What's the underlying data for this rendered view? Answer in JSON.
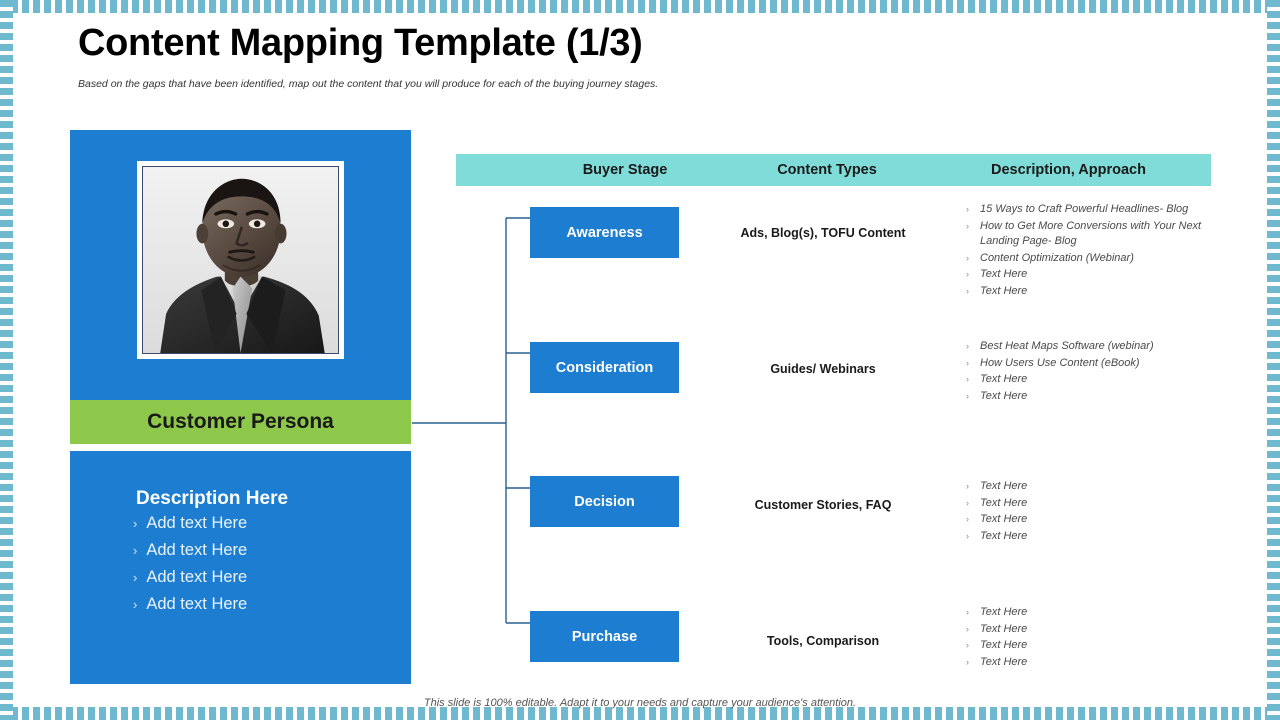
{
  "slide": {
    "title": "Content Mapping Template (1/3)",
    "subtitle": "Based on the gaps that have been identified, map out the content that you will produce for each of the buying journey stages.",
    "footer_note": "This slide is 100% editable. Adapt it to your needs and capture your audience's attention."
  },
  "colors": {
    "primary_blue": "#1d7dd1",
    "accent_green": "#8dc84b",
    "header_teal": "#7fdcd8",
    "border_teal": "#6fb9cf",
    "connector_line": "#2a5f8f",
    "body_text": "#4a4a4a"
  },
  "persona": {
    "photo_alt": "customer-persona-portrait",
    "banner_label": "Customer Persona",
    "description_title": "Description Here",
    "bullet_marker": "›",
    "bullets": [
      "Add text Here",
      "Add text Here",
      "Add text Here",
      "Add text Here"
    ]
  },
  "table": {
    "headers": {
      "stage": "Buyer Stage",
      "types": "Content Types",
      "description": "Description, Approach"
    },
    "bullet_marker": "›",
    "rows": [
      {
        "stage": "Awareness",
        "content_types": "Ads, Blog(s), TOFU Content",
        "descriptions": [
          "15 Ways to Craft Powerful Headlines- Blog",
          "How to Get More Conversions with Your Next Landing Page- Blog",
          "Content Optimization (Webinar)",
          "Text Here",
          "Text Here"
        ]
      },
      {
        "stage": "Consideration",
        "content_types": "Guides/ Webinars",
        "descriptions": [
          "Best Heat Maps Software (webinar)",
          "How Users Use Content (eBook)",
          "Text Here",
          "Text Here"
        ]
      },
      {
        "stage": "Decision",
        "content_types": "Customer Stories, FAQ",
        "descriptions": [
          "Text Here",
          "Text Here",
          "Text Here",
          "Text Here"
        ]
      },
      {
        "stage": "Purchase",
        "content_types": "Tools, Comparison",
        "descriptions": [
          "Text Here",
          "Text Here",
          "Text Here",
          "Text Here"
        ]
      }
    ]
  }
}
